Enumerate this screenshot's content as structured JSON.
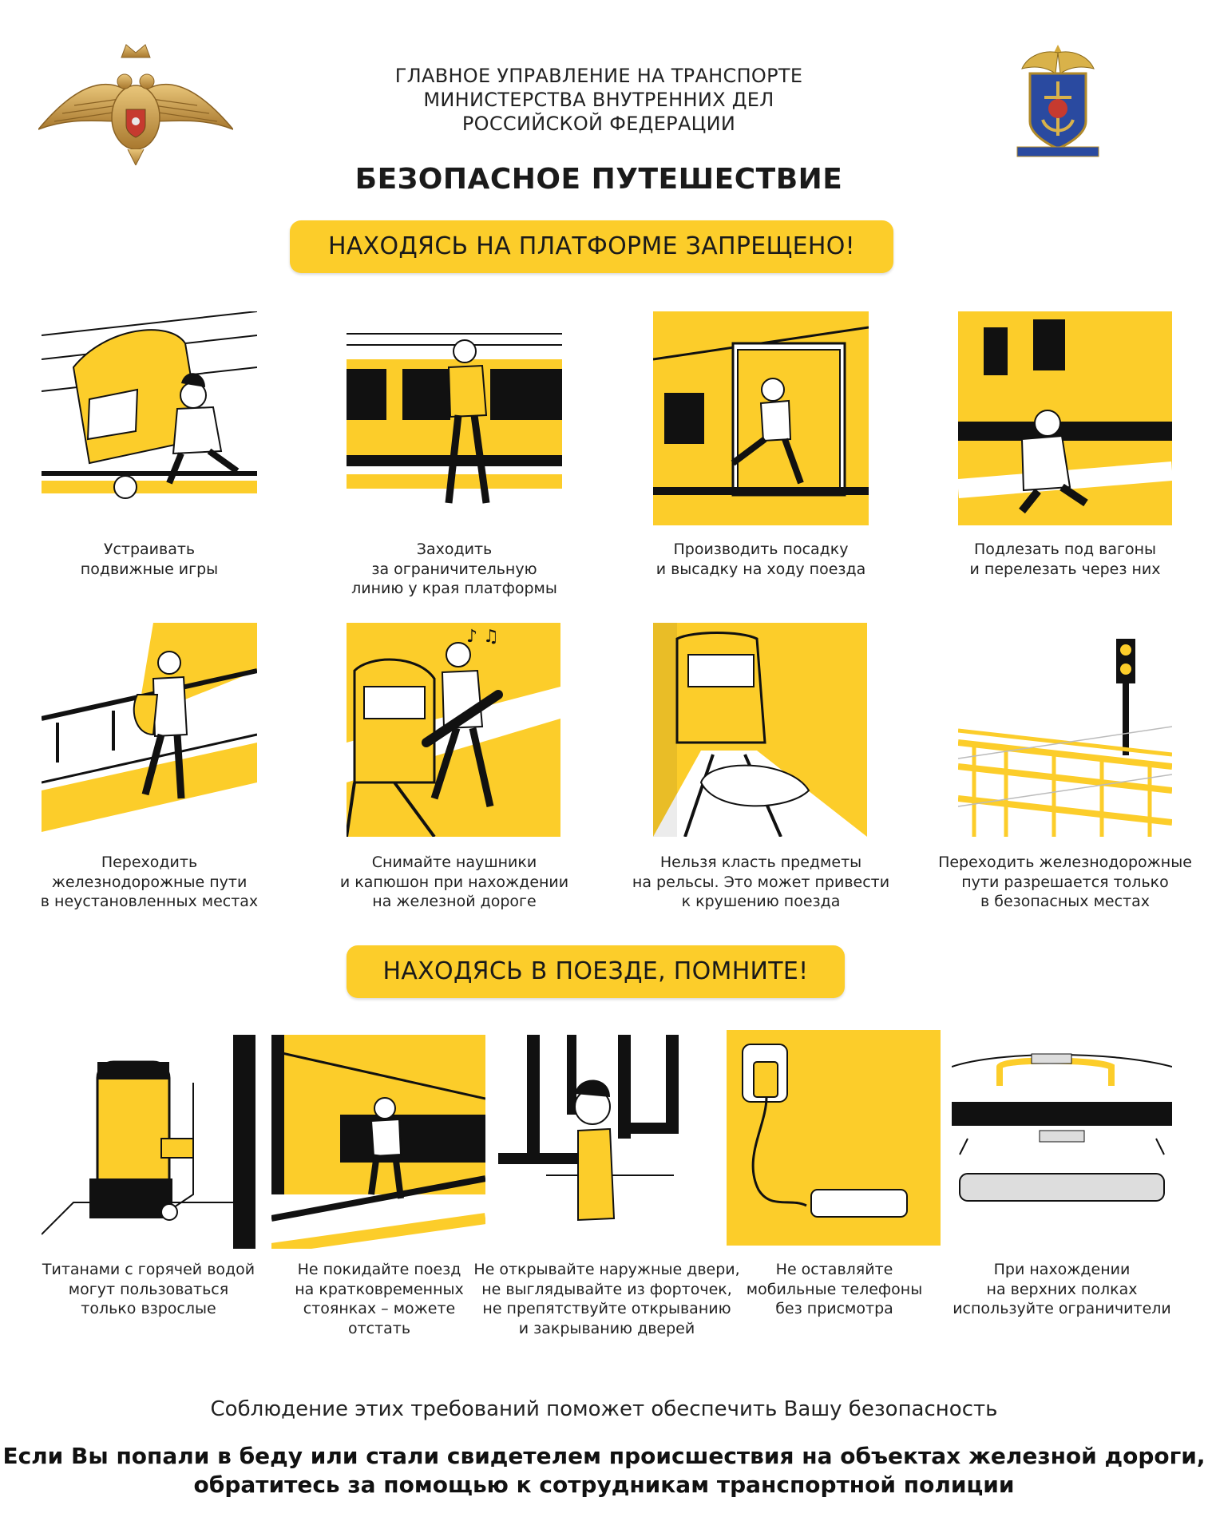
{
  "header": {
    "lines": [
      "ГЛАВНОЕ УПРАВЛЕНИЕ НА ТРАНСПОРТЕ",
      "МИНИСТЕРСТВА ВНУТРЕННИХ ДЕЛ",
      "РОССИЙСКОЙ ФЕДЕРАЦИИ"
    ],
    "title": "БЕЗОПАСНОЕ ПУТЕШЕСТВИЕ",
    "left_emblem": "mvd-double-headed-eagle-emblem",
    "right_emblem": "transport-police-shield-emblem"
  },
  "colors": {
    "accent": "#fccd2a",
    "ink": "#111111",
    "paper": "#ffffff"
  },
  "platform_section": {
    "banner": "НАХОДЯСЬ НА ПЛАТФОРМЕ ЗАПРЕЩЕНО!",
    "rules": [
      {
        "illustration": "child-playing-ball-near-train",
        "lines": [
          "Устраивать",
          "подвижные игры"
        ]
      },
      {
        "illustration": "woman-crossing-platform-edge-line",
        "lines": [
          "Заходить",
          "за ограничительную",
          "линию у края платформы"
        ]
      },
      {
        "illustration": "woman-jumping-from-moving-train",
        "lines": [
          "Производить посадку",
          "и высадку на ходу поезда"
        ]
      },
      {
        "illustration": "boy-crawling-under-wagon",
        "lines": [
          "Подлезать под вагоны",
          "и перелезать через них"
        ]
      },
      {
        "illustration": "man-walking-across-tracks",
        "lines": [
          "Переходить",
          "железнодорожные пути",
          "в неустановленных местах"
        ]
      },
      {
        "illustration": "skater-with-headphones-near-train",
        "lines": [
          "Снимайте наушники",
          "и капюшон при нахождении",
          "на железной дороге"
        ]
      },
      {
        "illustration": "bag-on-rails-before-train",
        "lines": [
          "Нельзя класть предметы",
          "на рельсы. Это может привести",
          "к крушению поезда"
        ]
      },
      {
        "illustration": "pedestrian-crossing-with-traffic-light",
        "lines": [
          "Переходить железнодорожные",
          "пути разрешается только",
          "в безопасных местах"
        ]
      }
    ]
  },
  "train_section": {
    "banner": "НАХОДЯСЬ В ПОЕЗДЕ, ПОМНИТЕ!",
    "rules": [
      {
        "illustration": "hot-water-boiler",
        "lines": [
          "Титанами с горячей водой",
          "могут пользоваться",
          "только взрослые"
        ]
      },
      {
        "illustration": "girl-leaving-train-at-stop",
        "lines": [
          "Не покидайте поезд",
          "на кратковременных",
          "стоянках – можете",
          "отстать"
        ]
      },
      {
        "illustration": "boy-leaning-out-of-door",
        "lines": [
          "Не открывайте наружные двери,",
          "не выглядывайте из форточек,",
          "не препятствуйте открыванию",
          "и закрыванию дверей"
        ]
      },
      {
        "illustration": "phone-charging-unattended",
        "lines": [
          "Не оставляйте",
          "мобильные телефоны",
          "без присмотра"
        ]
      },
      {
        "illustration": "upper-berth-with-restraint",
        "lines": [
          "При нахождении",
          "на верхних полках",
          "используйте ограничители"
        ]
      }
    ]
  },
  "footer": {
    "note": "Соблюдение этих требований поможет обеспечить Вашу безопасность",
    "call_lines": [
      "Если Вы попали в беду или стали свидетелем происшествия на объектах железной дороги,",
      "обратитесь за помощью к сотрудникам транспортной полиции"
    ]
  }
}
